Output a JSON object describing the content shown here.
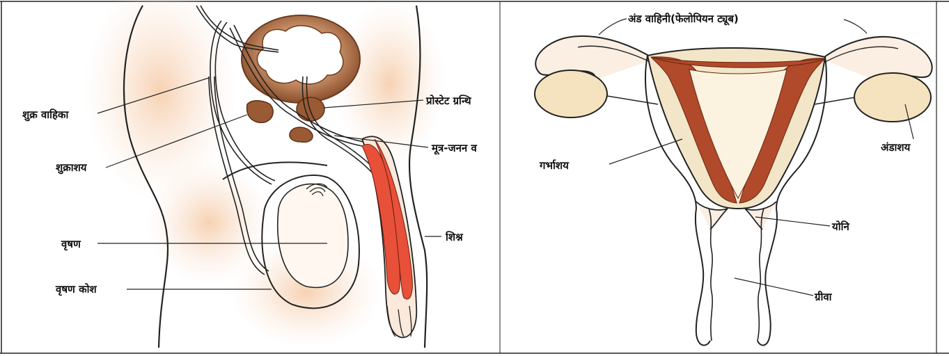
{
  "male_diagram": {
    "labels": {
      "vas_deferens": "शुक्र वाहिका",
      "seminal_vesicle": "शुक्राशय",
      "testis": "वृषण",
      "scrotum": "वृषण कोश",
      "prostate": "प्रोस्टेट ग्रन्थि",
      "urethra": "मूत्र-जनन व",
      "penis": "शिश्न"
    }
  },
  "female_diagram": {
    "labels": {
      "fallopian_tube": "अंड वाहिनी(फेलोपियन ट्यूब)",
      "ovary": "अंडाशय",
      "uterus": "गर्भाशय",
      "vagina": "योनि",
      "cervix": "ग्रीवा"
    }
  },
  "colors": {
    "skin_tint": "#f8dcc4",
    "muscle_red": "#e8503a",
    "brown": "#9a5a34",
    "uterus_wall": "#b04a2a",
    "ovary_fill": "#f5e3c0"
  }
}
